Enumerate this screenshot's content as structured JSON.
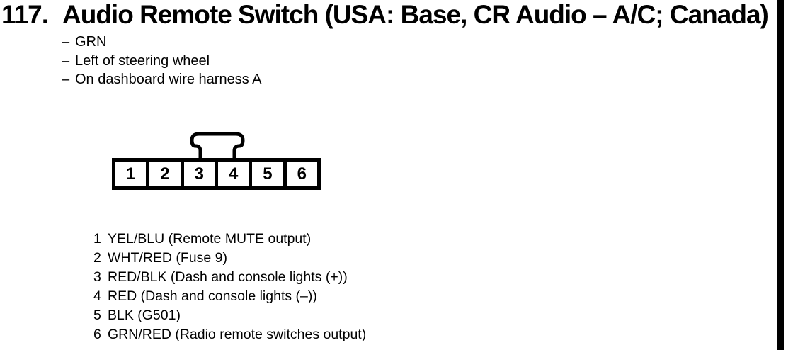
{
  "page": {
    "section_number": "117.",
    "title": "Audio Remote Switch (USA: Base, CR Audio – A/C; Canada)"
  },
  "details": {
    "dash": "–",
    "items": [
      "GRN",
      "Left of steering wheel",
      "On dashboard wire harness A"
    ]
  },
  "connector": {
    "cells": [
      "1",
      "2",
      "3",
      "4",
      "5",
      "6"
    ]
  },
  "pins": [
    {
      "num": "1",
      "desc": "YEL/BLU (Remote MUTE output)"
    },
    {
      "num": "2",
      "desc": "WHT/RED (Fuse 9)"
    },
    {
      "num": "3",
      "desc": "RED/BLK (Dash and console lights (+))"
    },
    {
      "num": "4",
      "desc": "RED (Dash and console lights (–))"
    },
    {
      "num": "5",
      "desc": "BLK (G501)"
    },
    {
      "num": "6",
      "desc": "GRN/RED (Radio remote switches output)"
    }
  ],
  "colors": {
    "ink": "#000000",
    "paper": "#ffffff"
  }
}
